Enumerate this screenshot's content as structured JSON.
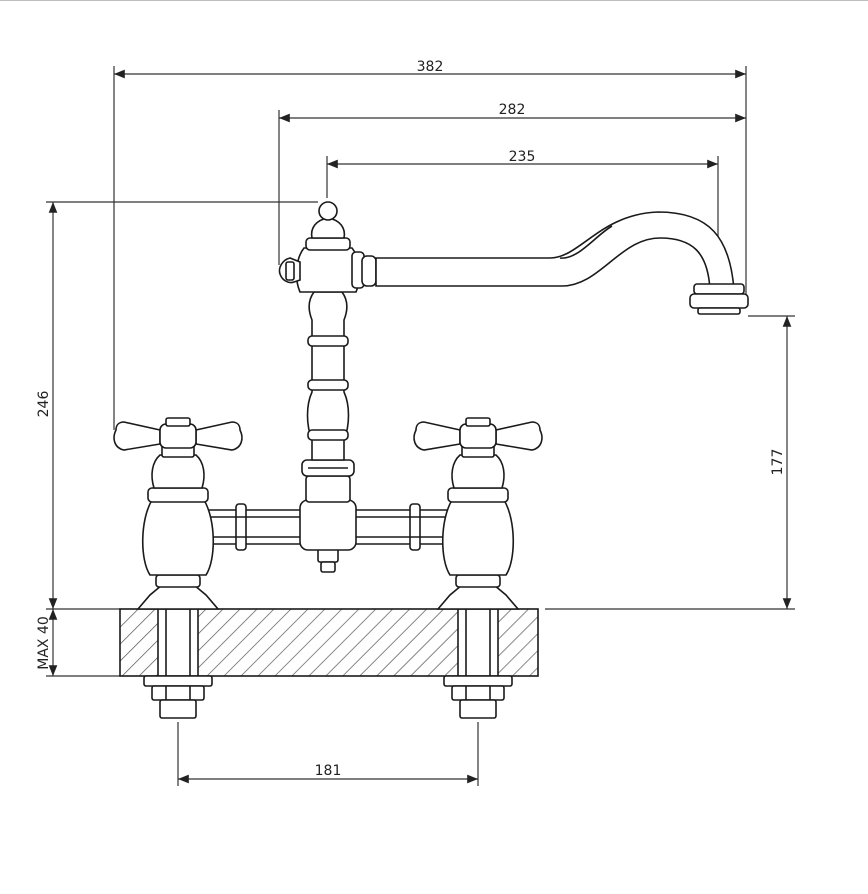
{
  "dimensions": {
    "overall_width": "382",
    "spout_reach_from_handle": "282",
    "spout_reach_from_body": "235",
    "total_height": "246",
    "spout_height": "177",
    "max_deck_thickness": "MAX 40",
    "center_distance": "181"
  },
  "colors": {
    "line": "#1a1a1a",
    "dim_line": "#333333",
    "hatch": "#555555",
    "background": "#ffffff"
  }
}
